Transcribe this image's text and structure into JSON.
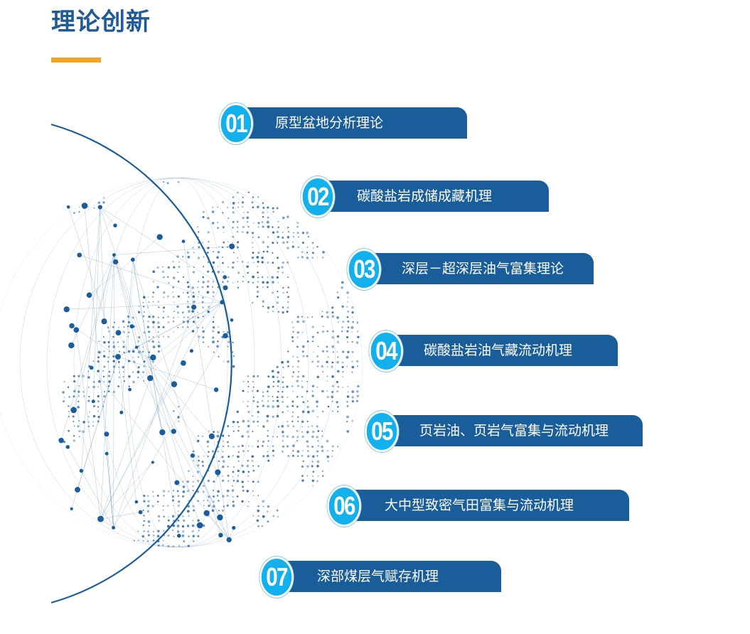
{
  "header": {
    "title": "理论创新"
  },
  "colors": {
    "title": "#1e5a97",
    "accent": "#f5a41e",
    "bar": "#1a5d9b",
    "badge": "#12b0ec",
    "globe": "#1a5d9b"
  },
  "items": [
    {
      "number": "01",
      "label": "原型盆地分析理论"
    },
    {
      "number": "02",
      "label": "碳酸盐岩成储成藏机理"
    },
    {
      "number": "03",
      "label": "深层－超深层油气富集理论"
    },
    {
      "number": "04",
      "label": "碳酸盐岩油气藏流动机理"
    },
    {
      "number": "05",
      "label": "页岩油、页岩气富集与流动机理"
    },
    {
      "number": "06",
      "label": "大中型致密气田富集与流动机理"
    },
    {
      "number": "07",
      "label": "深部煤层气赋存机理"
    }
  ]
}
